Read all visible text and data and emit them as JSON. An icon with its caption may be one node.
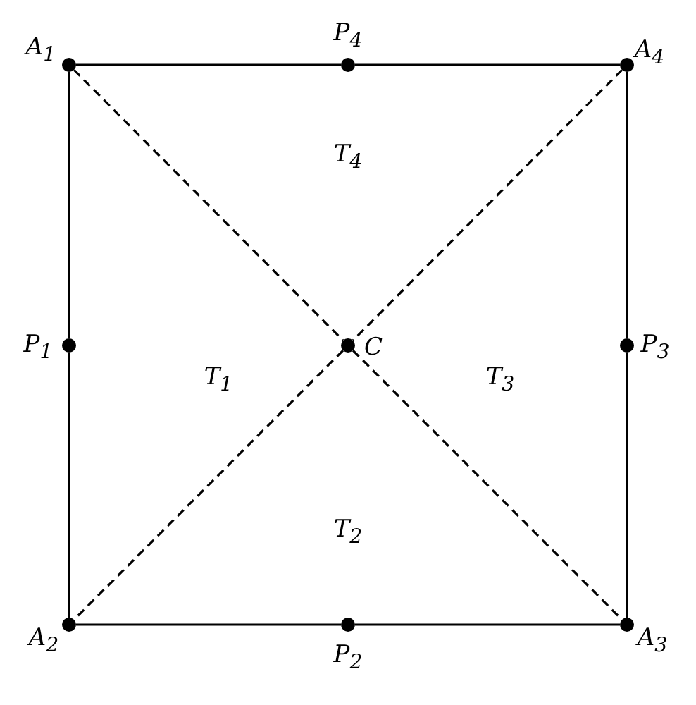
{
  "diagram": {
    "nodes": [
      {
        "text": [],
        "shape": "circle",
        "beside": [
          "A$_{1}$"
        ]
      },
      {
        "text": [],
        "shape": "circle",
        "beside": [
          "P$_{4}$"
        ]
      },
      {
        "text": [],
        "shape": "circle",
        "beside": [
          "A$_{4}$"
        ]
      },
      {
        "text": [],
        "shape": "circle",
        "beside": [
          "P$_{1}$"
        ]
      },
      {
        "text": [],
        "shape": "circle",
        "beside": [
          "C"
        ]
      },
      {
        "text": [],
        "shape": "circle",
        "beside": [
          "P$_{3}$"
        ]
      },
      {
        "text": [],
        "shape": "circle",
        "beside": [
          "A$_{2}$"
        ]
      },
      {
        "text": [],
        "shape": "circle",
        "beside": [
          "P$_{2}$"
        ]
      },
      {
        "text": [],
        "shape": "circle",
        "beside": [
          "A$_{3}$"
        ]
      }
    ],
    "edges": [
      {
        "from": 0,
        "to": 1,
        "arrow": "none"
      },
      {
        "from": 1,
        "to": 2,
        "arrow": "none"
      },
      {
        "from": 0,
        "to": 3,
        "arrow": "none"
      },
      {
        "from": 3,
        "to": 6,
        "arrow": "none"
      },
      {
        "from": 2,
        "to": 5,
        "arrow": "none"
      },
      {
        "from": 5,
        "to": 8,
        "arrow": "none"
      },
      {
        "from": 6,
        "to": 7,
        "arrow": "none"
      },
      {
        "from": 7,
        "to": 8,
        "arrow": "none"
      },
      {
        "from": 0,
        "to": 4,
        "arrow": "none",
        "style": "dashed"
      },
      {
        "from": 4,
        "to": 8,
        "arrow": "none",
        "style": "dashed"
      },
      {
        "from": 2,
        "to": 4,
        "arrow": "none",
        "style": "dashed"
      },
      {
        "from": 4,
        "to": 6,
        "arrow": "none",
        "style": "dashed"
      }
    ],
    "labels": [
      "T$_{4}$",
      "T$_{1}$",
      "T$_{3}$",
      "T$_{2}$"
    ]
  }
}
